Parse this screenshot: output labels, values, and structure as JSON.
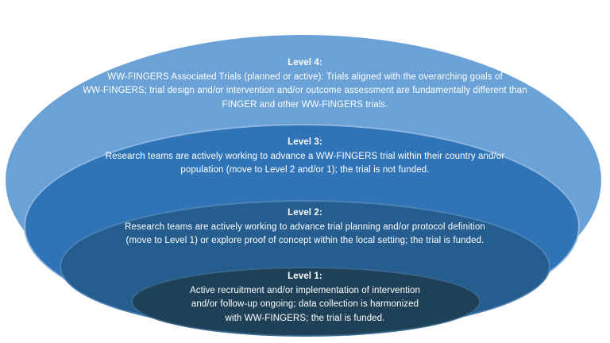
{
  "diagram": {
    "type": "nested-ellipse-levels",
    "background": "#ffffff",
    "text_color": "#ffffff",
    "levels": [
      {
        "name": "level-4",
        "title": "Level 4:",
        "body": "WW-FINGERS Associated Trials (planned or active): Trials aligned with the overarching goals of\nWW-FINGERS; trial design and/or intervention and/or outcome assessment are fundamentally different than\nFINGER and other WW-FINGERS trials.",
        "fill": "#6AA2D7",
        "rim": ""
      },
      {
        "name": "level-3",
        "title": "Level 3:",
        "body": "Research teams are actively working to advance a WW-FINGERS trial within their country and/or\npopulation (move to Level 2 and/or 1); the trial is not funded.",
        "fill": "#2F74B7",
        "rim": "#8FB6DF"
      },
      {
        "name": "level-2",
        "title": "Level 2:",
        "body": "Research teams are actively working to advance trial planning and/or protocol definition\n(move to Level 1) or explore proof of concept within the local setting; the trial is funded.",
        "fill": "#255D8F",
        "rim": "#4D83B4"
      },
      {
        "name": "level-1",
        "title": "Level 1:",
        "body": "Active recruitment and/or implementation of intervention\nand/or follow-up ongoing; data collection is harmonized\nwith WW-FINGERS; the trial is funded.",
        "fill": "#1E4158",
        "rim": "#39678D"
      }
    ]
  }
}
